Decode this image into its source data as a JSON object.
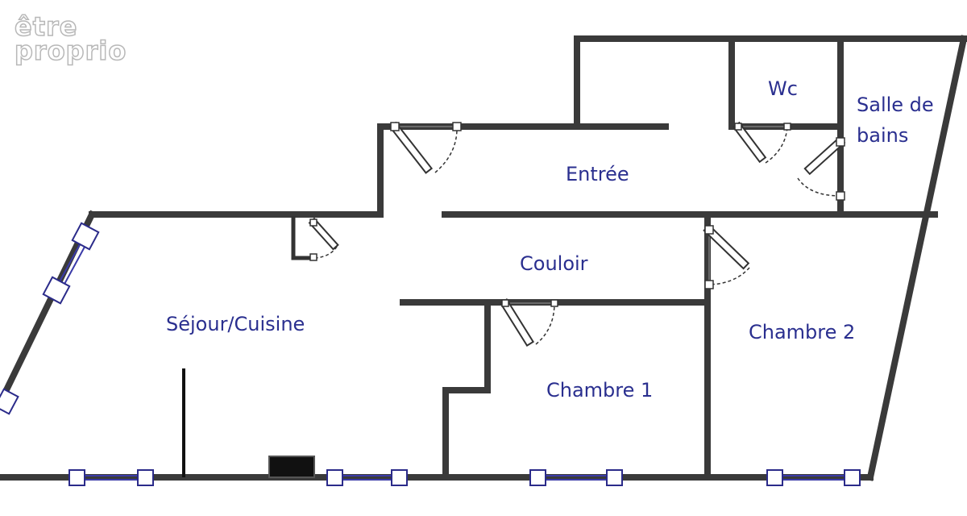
{
  "logo": {
    "line1": "être",
    "line2": "proprio"
  },
  "rooms": {
    "wc": "Wc",
    "salle_de_bains_line1": "Salle de",
    "salle_de_bains_line2": "bains",
    "entree": "Entrée",
    "couloir": "Couloir",
    "sejour_cuisine": "Séjour/Cuisine",
    "chambre_1": "Chambre 1",
    "chambre_2": "Chambre 2"
  },
  "colors": {
    "wall": "#3a3a3a",
    "label": "#2a2f8f",
    "window": "#2b2b8a"
  }
}
